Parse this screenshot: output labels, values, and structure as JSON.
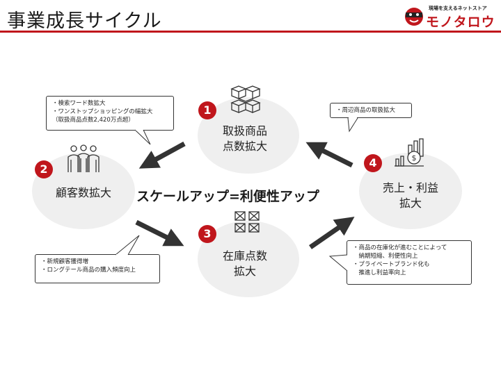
{
  "header": {
    "title": "事業成長サイクル",
    "logo_tagline": "現場を支えるネットストア",
    "logo_name": "モノタロウ"
  },
  "center_text": "スケールアップ=利便性アップ",
  "steps": [
    {
      "number": "1",
      "label": "取扱商品\n点数拡大",
      "icon": "boxes-icon"
    },
    {
      "number": "2",
      "label": "顧客数拡大",
      "icon": "people-icon"
    },
    {
      "number": "3",
      "label": "在庫点数\n拡大",
      "icon": "warehouse-shelf-icon"
    },
    {
      "number": "4",
      "label": "売上・利益\n拡大",
      "icon": "sales-chart-icon"
    }
  ],
  "callouts": {
    "top_left": [
      "・検索ワード数拡大",
      "・ワンストップショッピングの幅拡大",
      "（取扱商品点数2,420万点超）"
    ],
    "top_right": [
      "・周辺商品の取扱拡大"
    ],
    "bottom_left": [
      "・新規顧客獲得増",
      "・ロングテール商品の購入頻度向上"
    ],
    "bottom_right": [
      "・商品の在庫化が進むことによって",
      "　納期短縮、利便性向上",
      "・プライベートブランド化も",
      "　推進し利益率向上"
    ]
  },
  "colors": {
    "accent": "#c0161c",
    "circle": "#efefef",
    "arrow": "#333333"
  }
}
